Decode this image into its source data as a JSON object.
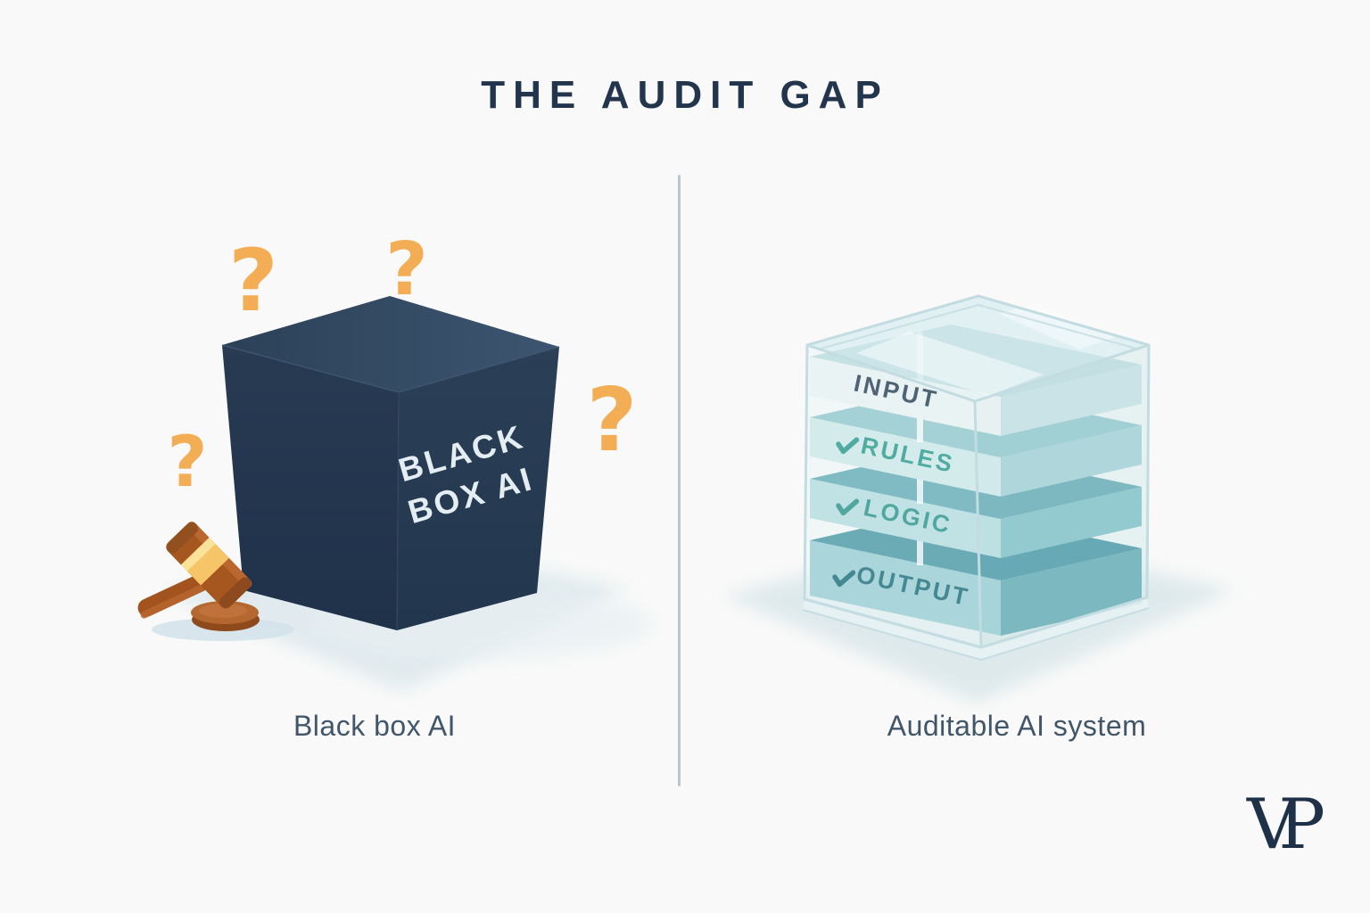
{
  "title": "THE AUDIT GAP",
  "left": {
    "caption": "Black box AI",
    "cube_label_line1": "BLACK",
    "cube_label_line2": "BOX AI",
    "question_mark_glyph": "?",
    "question_mark_count": 4,
    "objects": [
      "black cube",
      "gavel",
      "question marks"
    ]
  },
  "right": {
    "caption": "Auditable AI system",
    "container": "transparent glass cube",
    "layers": [
      {
        "label": "INPUT",
        "checked": false,
        "text_color": "#2c4257",
        "front_color": "#e9f2f3",
        "side_color": "#c6e1e4",
        "top_color": "#bedce0"
      },
      {
        "label": "RULES",
        "checked": true,
        "text_color": "#2e9c8e",
        "front_color": "#cfe8ea",
        "side_color": "#a5d2d7",
        "top_color": "#93c8cf"
      },
      {
        "label": "LOGIC",
        "checked": true,
        "text_color": "#2f948d",
        "front_color": "#b6dde1",
        "side_color": "#83c2c9",
        "top_color": "#68adb8"
      },
      {
        "label": "OUTPUT",
        "checked": true,
        "text_color": "#226f7a",
        "front_color": "#9bcfd5",
        "side_color": "#66acb6",
        "top_color": "#4d9aa8"
      }
    ]
  },
  "logo": {
    "letter_v": "V",
    "letter_p": "P"
  },
  "colors": {
    "background": "#f8f9f8",
    "title_navy": "#22354d",
    "caption_slate": "#42566a",
    "divider": "#bac7ce",
    "cube_navy": "#253850",
    "question_orange": "#f3ae55",
    "gavel_brown": "#a6561f",
    "gavel_gold": "#f6c568",
    "glass_line": "#c3dce1",
    "shadow_blue": "#dde8ed"
  }
}
